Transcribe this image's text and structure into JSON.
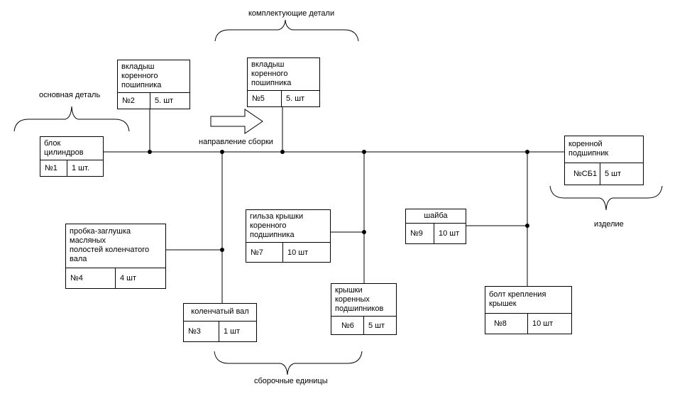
{
  "labels": {
    "main_part": "основная деталь",
    "components": "комплектующие детали",
    "direction": "направление сборки",
    "product": "изделие",
    "assembly_units": "сборочные единицы"
  },
  "parts": [
    {
      "id": "p1",
      "title": "блок цилиндров",
      "num": "№1",
      "qty": "1 шт."
    },
    {
      "id": "p2",
      "title": "вкладыш коренного\nпошипника",
      "num": "№2",
      "qty": "5. шт"
    },
    {
      "id": "p5",
      "title": "вкладыш коренного\nпошипника",
      "num": "№5",
      "qty": "5. шт"
    },
    {
      "id": "psb1",
      "title": "коренной подшипник",
      "num": "№СБ1",
      "qty": "5 шт"
    },
    {
      "id": "p4",
      "title": "пробка-заглушка масляных\nполостей коленчатого вала",
      "num": "№4",
      "qty": "4 шт"
    },
    {
      "id": "p7",
      "title": "гильза крышки\nкоренного подшипника",
      "num": "№7",
      "qty": "10 шт"
    },
    {
      "id": "p9",
      "title": "шайба",
      "num": "№9",
      "qty": "10 шт"
    },
    {
      "id": "p3",
      "title": "коленчатый вал",
      "num": "№3",
      "qty": "1 шт"
    },
    {
      "id": "p6",
      "title": "крышки коренных\nподшипников",
      "num": "№6",
      "qty": "5 шт"
    },
    {
      "id": "p8",
      "title": "болт крепления крышек",
      "num": "№8",
      "qty": "10 шт"
    }
  ]
}
